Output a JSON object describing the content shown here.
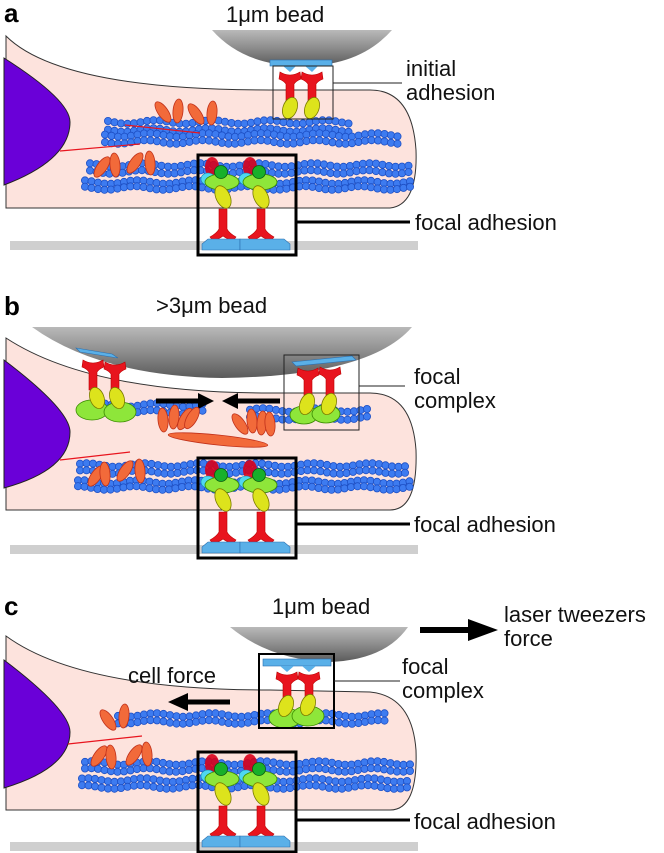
{
  "figure": {
    "panels": [
      {
        "id": "a",
        "letter": "a",
        "bead_label": "1μm bead",
        "callouts": [
          {
            "lines": [
              "initial",
              "adhesion"
            ]
          },
          {
            "lines": [
              "focal adhesion"
            ]
          }
        ]
      },
      {
        "id": "b",
        "letter": "b",
        "bead_label": ">3μm bead",
        "callouts": [
          {
            "lines": [
              "focal",
              "complex"
            ]
          },
          {
            "lines": [
              "focal adhesion"
            ]
          }
        ]
      },
      {
        "id": "c",
        "letter": "c",
        "bead_label": "1μm bead",
        "force_labels": {
          "cell_force": "cell force",
          "laser_force": [
            "laser tweezers",
            "force"
          ]
        },
        "callouts": [
          {
            "lines": [
              "focal",
              "complex"
            ]
          },
          {
            "lines": [
              "focal adhesion"
            ]
          }
        ]
      }
    ],
    "colors": {
      "cytoplasm": "#fde3dd",
      "nucleus": "#6a00d8",
      "actin": "#3d7bf0",
      "myosin": "#f26a3a",
      "integrin": "#e8141e",
      "talin": "#dde31c",
      "adaptor_green": "#8ee63a",
      "ecm": "#5ab0e8",
      "substrate": "#cfcfcf",
      "bead": "#8a8a8a"
    }
  }
}
